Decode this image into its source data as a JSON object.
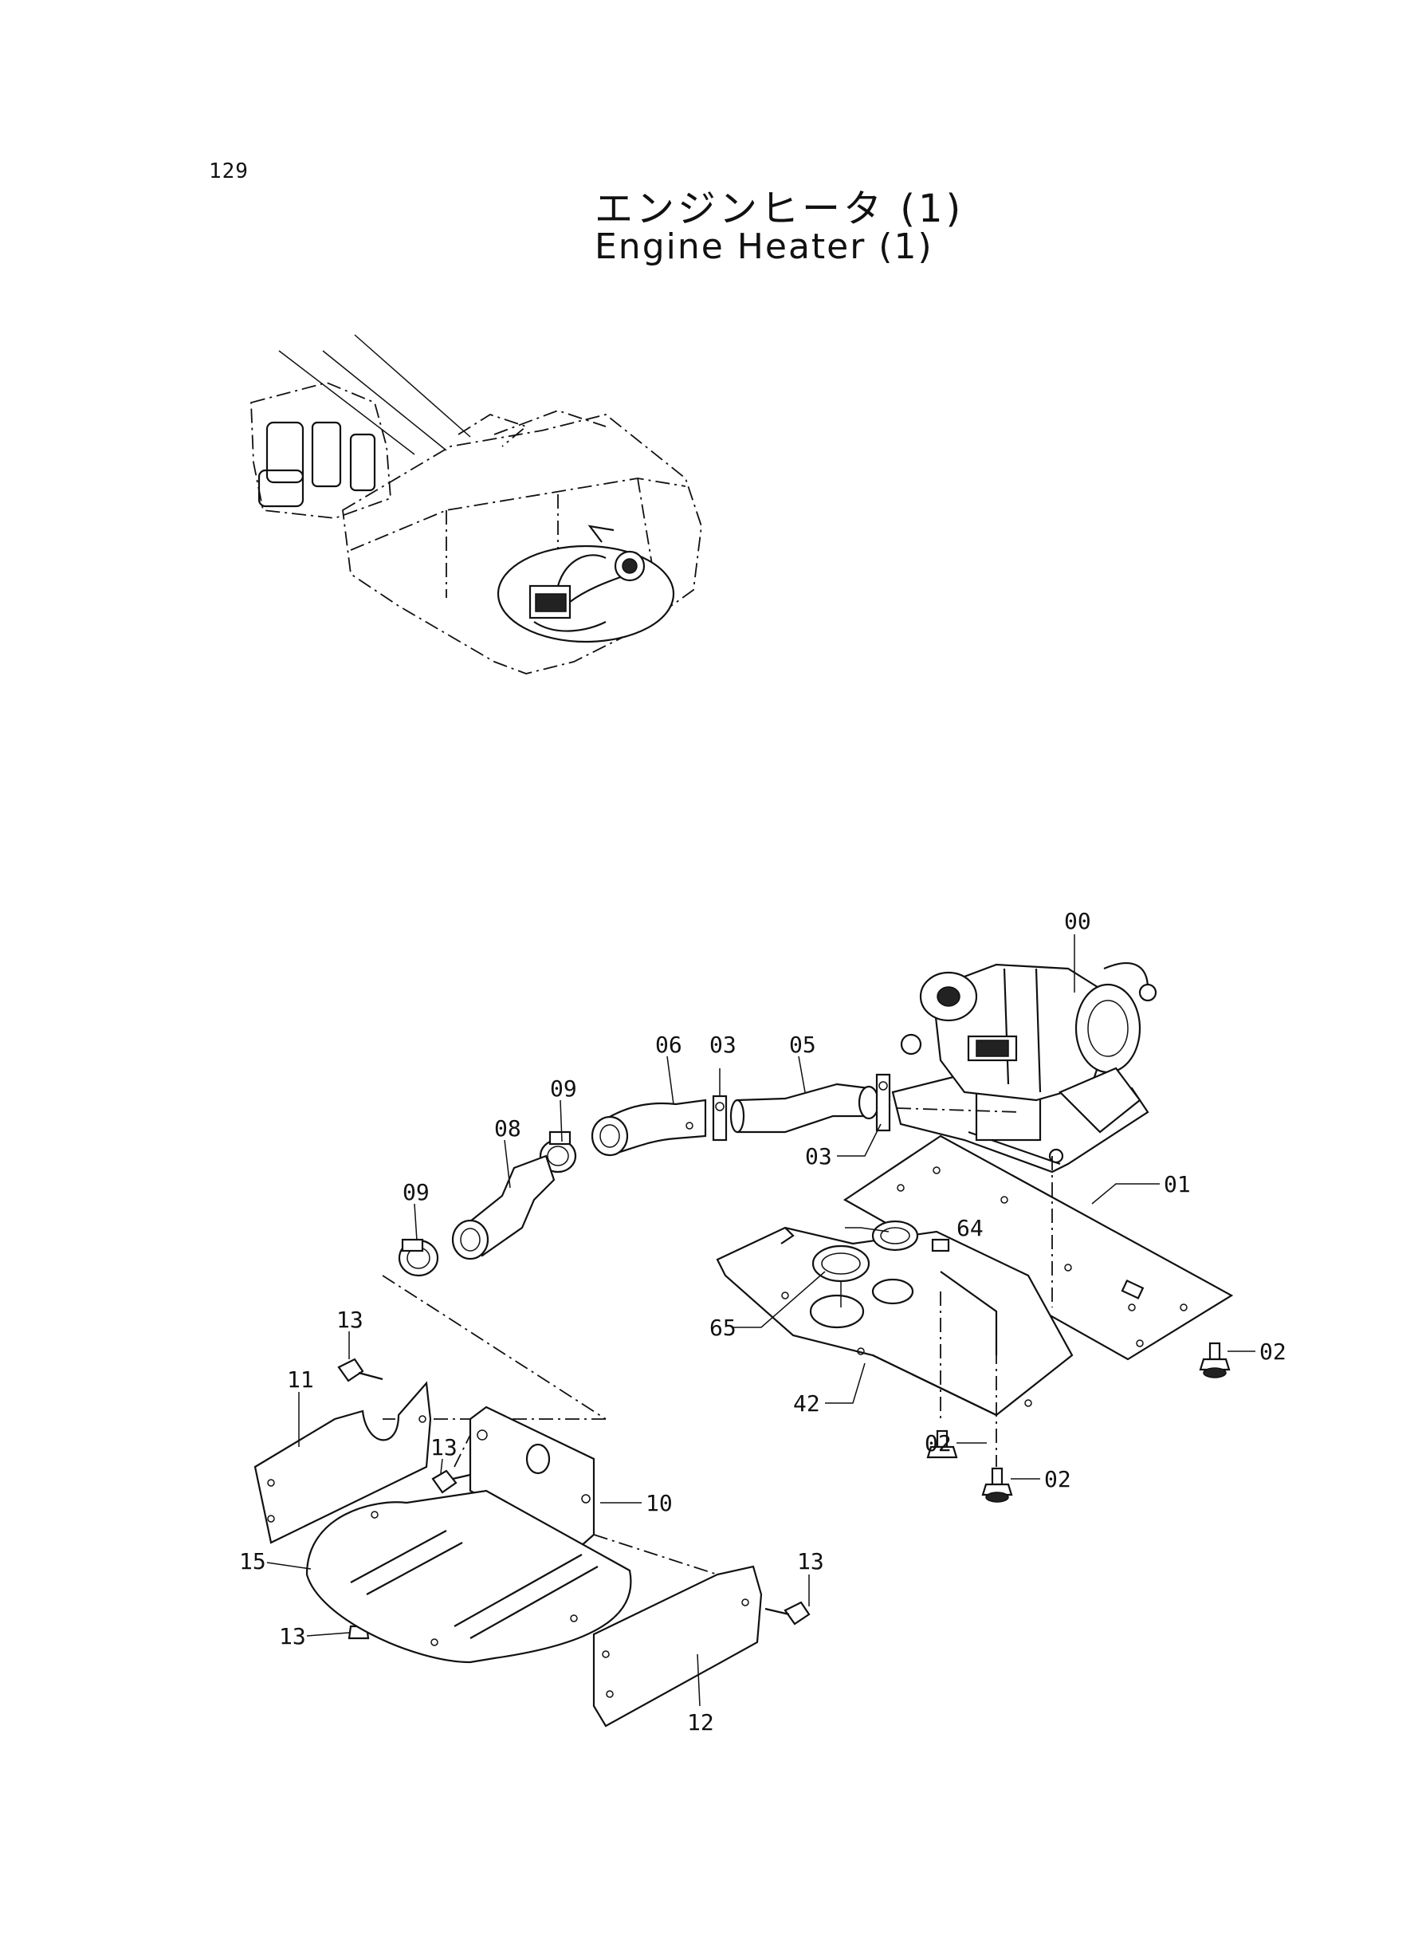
{
  "page_number": "129",
  "title_jp": "エンジンヒータ (1)",
  "title_en": "Engine Heater (1)",
  "callouts": {
    "c00": "00",
    "c01": "01",
    "c02a": "02",
    "c02b": "02",
    "c02c": "02",
    "c03a": "03",
    "c03b": "03",
    "c05": "05",
    "c06": "06",
    "c08": "08",
    "c09a": "09",
    "c09b": "09",
    "c10": "10",
    "c11": "11",
    "c12": "12",
    "c13a": "13",
    "c13b": "13",
    "c13c": "13",
    "c13d": "13",
    "c15": "15",
    "c42": "42",
    "c64": "64",
    "c65": "65"
  }
}
